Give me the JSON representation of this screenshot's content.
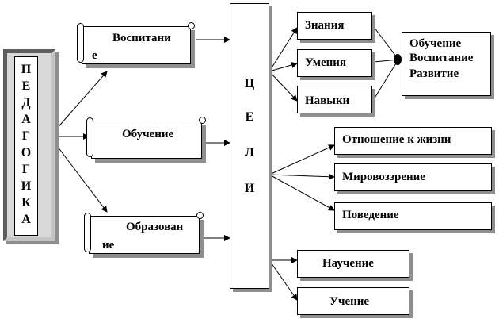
{
  "pedagogika": {
    "letters": [
      "П",
      "Е",
      "Д",
      "А",
      "Г",
      "О",
      "Г",
      "И",
      "К",
      "А"
    ]
  },
  "branches": {
    "vospitanie": {
      "line1": "Воспитани",
      "line2": "е"
    },
    "obuchenie": {
      "line1": "Обучение"
    },
    "obrazovanie": {
      "line1": "Образован",
      "line2": "ие"
    }
  },
  "celi": {
    "letters": [
      "Ц",
      "Е",
      "Л",
      "И"
    ]
  },
  "skills": [
    "Знания",
    "Умения",
    "Навыки"
  ],
  "result": [
    "Обучение",
    "Воспитание",
    "Развитие"
  ],
  "attitudes": [
    "Отношение к жизни",
    "Мировоззрение",
    "Поведение"
  ],
  "learning": [
    "Научение",
    "Учение"
  ]
}
